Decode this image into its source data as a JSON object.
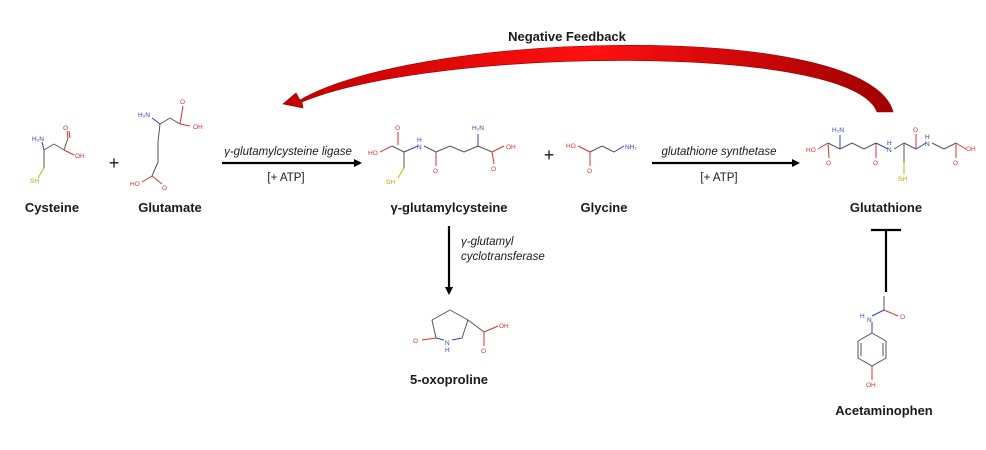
{
  "title": "Negative Feedback",
  "compounds": {
    "cysteine": "Cysteine",
    "glutamate": "Glutamate",
    "gamma_glutamylcysteine": "γ-glutamylcysteine",
    "glycine": "Glycine",
    "glutathione": "Glutathione",
    "oxoproline": "5-oxoproline",
    "acetaminophen": "Acetaminophen"
  },
  "operators": {
    "plus": "+"
  },
  "enzymes": {
    "ligase": "γ-glutamylcysteine ligase",
    "ligase_cofactor": "[+ ATP]",
    "synthetase": "glutathione synthetase",
    "synthetase_cofactor": "[+ ATP]",
    "cyclotransferase_line1": "γ-glutamyl",
    "cyclotransferase_line2": "cyclotransferase"
  },
  "colors": {
    "feedback_arrow": "#e00000",
    "oxygen": "#e03030",
    "nitrogen": "#3040c0",
    "sulfur": "#b8a000",
    "arrow": "#000000"
  }
}
